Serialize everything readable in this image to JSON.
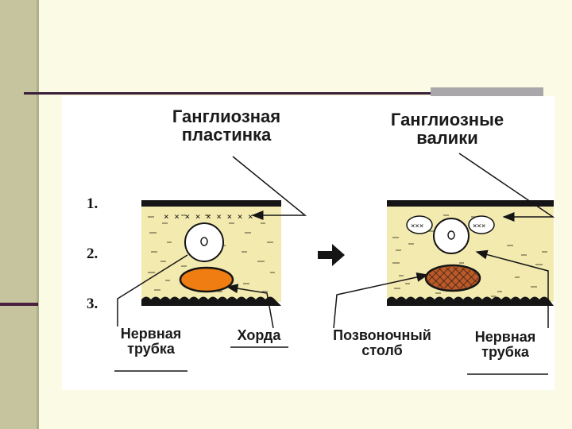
{
  "slide": {
    "accent_color": "#c6c49e",
    "rule_color": "#3a1f3a"
  },
  "figure": {
    "labels": {
      "ganglion_plate_line1": "Ганглиозная",
      "ganglion_plate_line2": "пластинка",
      "ganglion_ridges_line1": "Ганглиозные",
      "ganglion_ridges_line2": "валики",
      "neural_tube_left_line1": "Нервная",
      "neural_tube_left_line2": "трубка",
      "notochord": "Хорда",
      "vertebral_column_line1": "Позвоночный",
      "vertebral_column_line2": "столб",
      "neural_tube_right_line1": "Нервная",
      "neural_tube_right_line2": "трубка"
    },
    "layer_numbers": [
      "1.",
      "2.",
      "3."
    ],
    "colors": {
      "tissue": "#f3eab0",
      "notochord": "#ef7d12",
      "vertebral_column": "#b85a2a",
      "ink": "#151515"
    }
  }
}
